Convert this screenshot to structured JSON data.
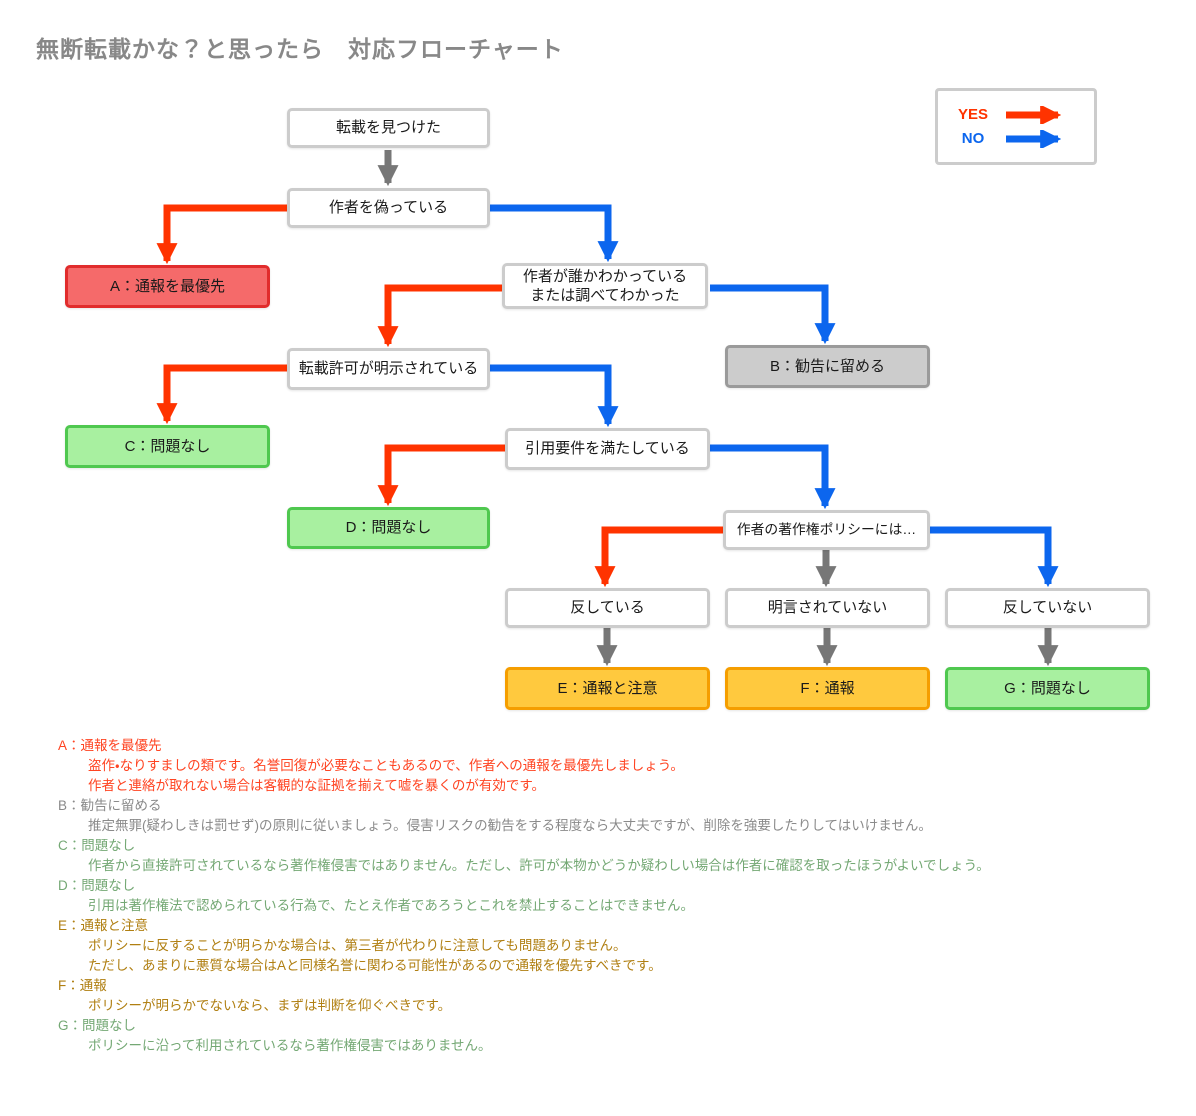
{
  "title": "無断転載かな？と思ったら　対応フローチャート",
  "legend": {
    "yes_label": "YES",
    "no_label": "NO"
  },
  "colors": {
    "yes": "#ff3300",
    "no": "#0c66ee",
    "flow": "#777777",
    "title": "#888888",
    "box-border": "#cccccc",
    "red-bg": "#f56a6a",
    "red-border": "#e12c2c",
    "gray-bg": "#cccccc",
    "gray-border": "#9a9a9a",
    "green-bg": "#a8f0a0",
    "green-border": "#4fc84f",
    "amber-bg": "#ffc93e",
    "amber-border": "#f59e00",
    "note-red": "#ff4422",
    "note-gray": "#8a8a8a",
    "note-green": "#74a874",
    "note-amber": "#b07f12"
  },
  "nodes": {
    "start": "転載を見つけた",
    "q_impersonation": "作者を偽っている",
    "result_a": "A：通報を最優先",
    "q_author_known": "作者が誰かわかっている\nまたは調べてわかった",
    "result_b": "B：勧告に留める",
    "q_permission": "転載許可が明示されている",
    "result_c": "C：問題なし",
    "q_quotation": "引用要件を満たしている",
    "result_d": "D：問題なし",
    "q_policy": "作者の著作権ポリシーには…",
    "cond_violates": "反している",
    "cond_unstated": "明言されていない",
    "cond_not_violates": "反していない",
    "result_e": "E：通報と注意",
    "result_f": "F：通報",
    "result_g": "G：問題なし"
  },
  "notes": [
    {
      "tone": "red",
      "heading": "A：通報を最優先",
      "lines": [
        "盗作・なりすましの類です。名誉回復が必要なこともあるので、作者への通報を最優先しましょう。",
        "作者と連絡が取れない場合は客観的な証拠を揃えて嘘を暴くのが有効です。"
      ]
    },
    {
      "tone": "gray",
      "heading": "B：勧告に留める",
      "lines": [
        "推定無罪(疑わしきは罰せず)の原則に従いましょう。侵害リスクの勧告をする程度なら大丈夫ですが、削除を強要したりしてはいけません。"
      ]
    },
    {
      "tone": "green",
      "heading": "C：問題なし",
      "lines": [
        "作者から直接許可されているなら著作権侵害ではありません。ただし、許可が本物かどうか疑わしい場合は作者に確認を取ったほうがよいでしょう。"
      ]
    },
    {
      "tone": "green",
      "heading": "D：問題なし",
      "lines": [
        "引用は著作権法で認められている行為で、たとえ作者であろうとこれを禁止することはできません。"
      ]
    },
    {
      "tone": "amber",
      "heading": "E：通報と注意",
      "lines": [
        "ポリシーに反することが明らかな場合は、第三者が代わりに注意しても問題ありません。",
        "ただし、あまりに悪質な場合はAと同様名誉に関わる可能性があるので通報を優先すべきです。"
      ]
    },
    {
      "tone": "amber",
      "heading": "F：通報",
      "lines": [
        "ポリシーが明らかでないなら、まずは判断を仰ぐべきです。"
      ]
    },
    {
      "tone": "green",
      "heading": "G：問題なし",
      "lines": [
        "ポリシーに沿って利用されているなら著作権侵害ではありません。"
      ]
    }
  ]
}
